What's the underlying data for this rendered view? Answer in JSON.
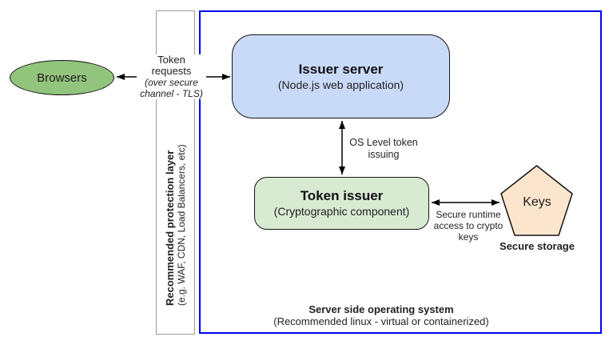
{
  "browsers_node": {
    "label": "Browsers"
  },
  "token_requests_label": {
    "line1": "Token requests",
    "line2": "(over secure",
    "line3": "channel - TLS)"
  },
  "issuer_server_node": {
    "title": "Issuer server",
    "subtitle": "(Node.js web application)"
  },
  "os_token_label": {
    "line1": "OS Level token",
    "line2": "issuing"
  },
  "token_issuer_node": {
    "title": "Token issuer",
    "subtitle": "(Cryptographic component)"
  },
  "secure_runtime_label": {
    "line1": "Secure runtime",
    "line2": "access to crypto",
    "line3": "keys"
  },
  "keys_node": {
    "label": "Keys",
    "caption": "Secure storage"
  },
  "server_os_label": {
    "title": "Server side operating system",
    "subtitle": "(Recommended linux - virtual or containerized)"
  },
  "protection_layer": {
    "title": "Recommended protection layer",
    "subtitle": "(e.g. WAF, CDN, Load Balancers, etc)"
  },
  "colors": {
    "browsers_fill": "#93c47d",
    "issuer_server_fill": "#c9daf8",
    "token_issuer_fill": "#d9ead3",
    "keys_fill": "#fce5cd",
    "os_box_border": "#0000f0",
    "protection_rect_border": "#999999",
    "arrow_stroke": "#000000"
  }
}
